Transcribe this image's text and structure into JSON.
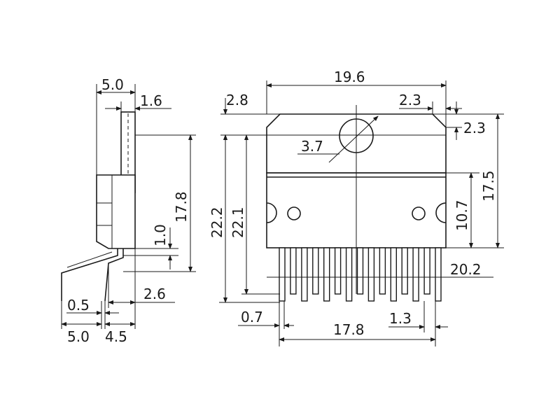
{
  "side_view": {
    "dims": {
      "width_top": "5.0",
      "tab_thickness": "1.6",
      "height": "17.8",
      "lead_offset": "1.0",
      "lead_len": "2.6",
      "lead_thick": "0.5",
      "bottom_left": "5.0",
      "bottom_right": "4.5"
    }
  },
  "front_view": {
    "dims": {
      "width": "19.6",
      "tab_top": "2.8",
      "corner_x": "2.3",
      "corner_y": "2.3",
      "hole_dia": "3.7",
      "height_total": "22.2",
      "height_inner": "22.1",
      "body_height": "17.5",
      "mold_height": "10.7",
      "lead_span": "20.2",
      "lead_width": "0.7",
      "pin_span": "17.8",
      "pin_pitch": "1.3"
    }
  }
}
